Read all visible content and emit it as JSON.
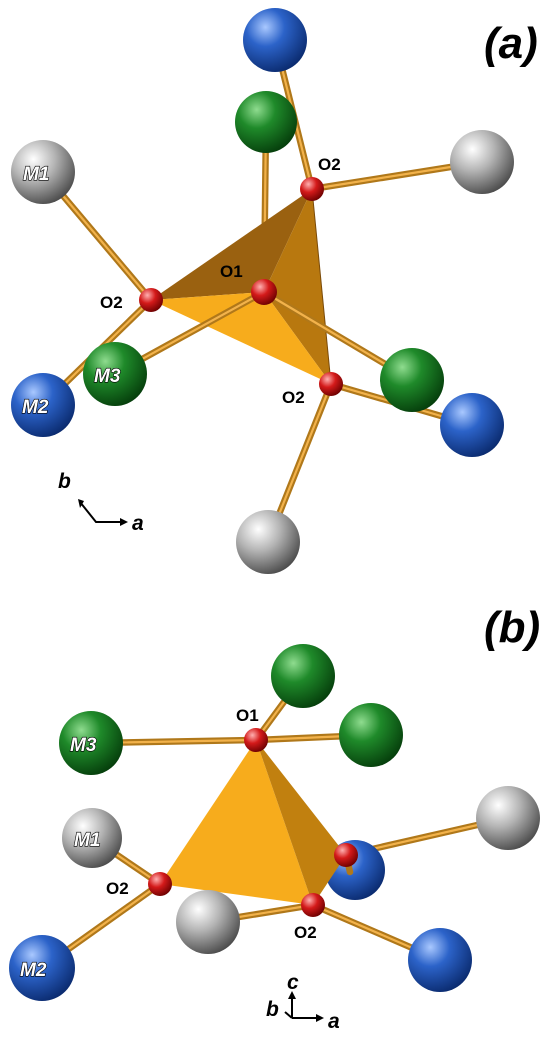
{
  "panels": {
    "a": {
      "label": "(a)",
      "axis_vertical": "b",
      "axis_horizontal": "a"
    },
    "b": {
      "label": "(b)",
      "axis_vertical": "c",
      "axis_depth": "b",
      "axis_horizontal": "a"
    }
  },
  "labels": {
    "o1": "O1",
    "o2": "O2",
    "m1": "M1",
    "m2": "M2",
    "m3": "M3"
  },
  "colors": {
    "M1": "#9a9a9a",
    "M2": "#2c63c9",
    "M3": "#1f8a2a",
    "oxygen": "#d41a1a",
    "bond": "#d4922a",
    "tetrahedron": "#f5a818"
  }
}
